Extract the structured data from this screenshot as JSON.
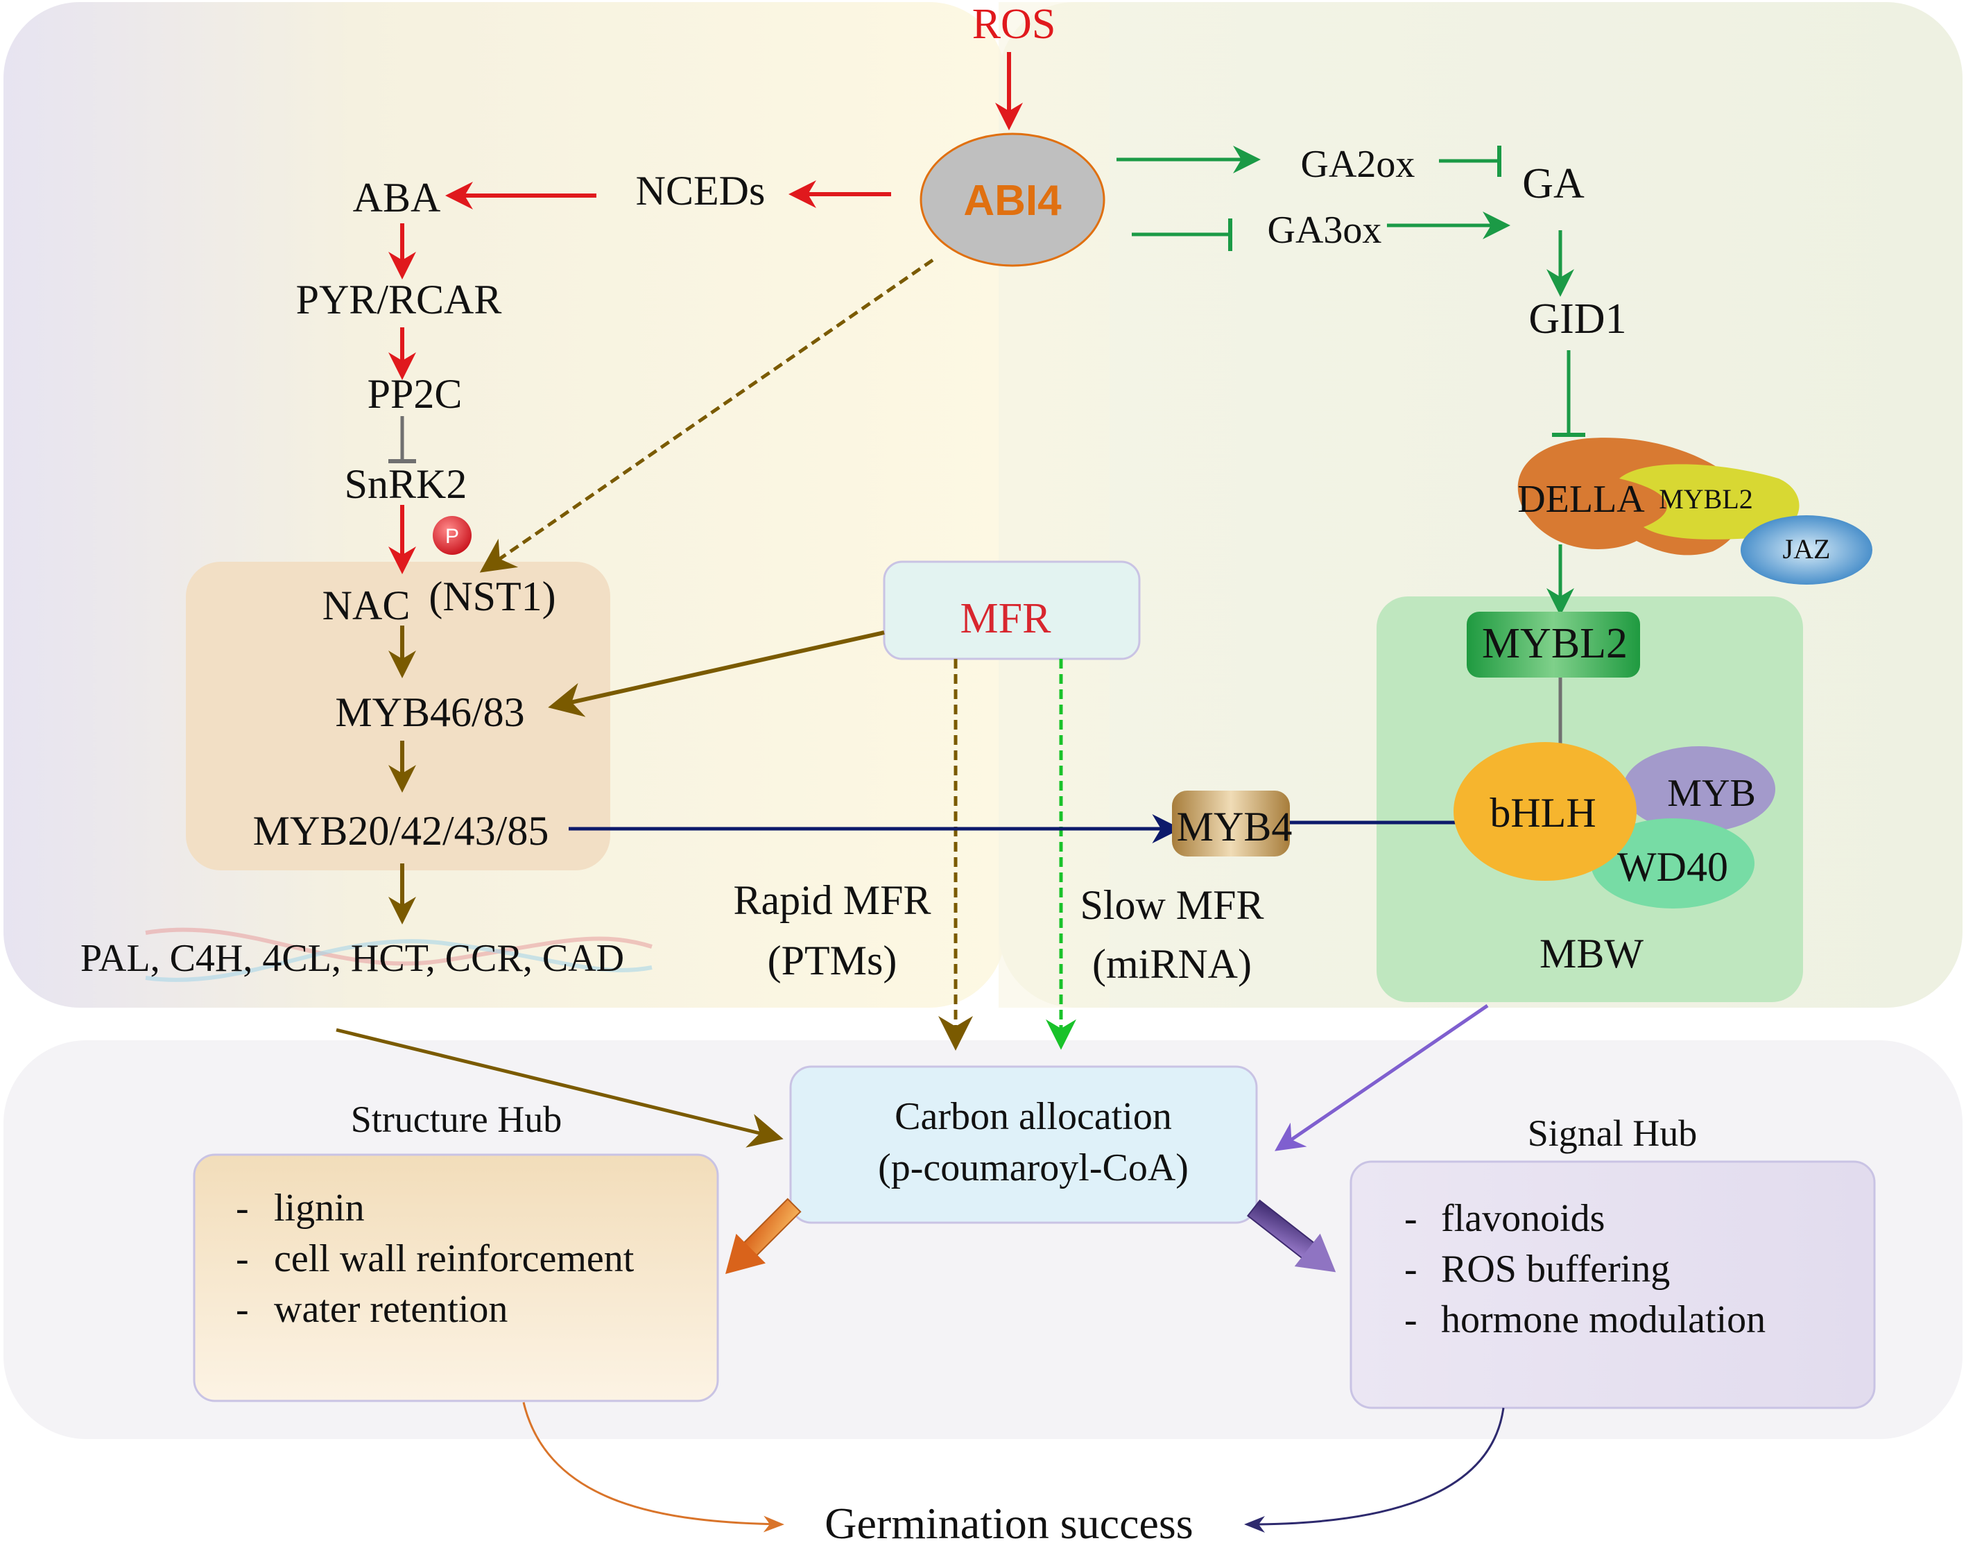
{
  "nodes": {
    "ros": "ROS",
    "abi4": "ABI4",
    "nceds": "NCEDs",
    "aba": "ABA",
    "pyr_rcar": "PYR/RCAR",
    "pp2c": "PP2C",
    "snrk2": "SnRK2",
    "phospho": "P",
    "nac": "NAC",
    "nst1": "(NST1)",
    "myb46_83": "MYB46/83",
    "myb20_85": "MYB20/42/43/85",
    "genes": "PAL, C4H, 4CL, HCT, CCR, CAD",
    "mfr": "MFR",
    "rapid_mfr": [
      "Rapid MFR",
      "(PTMs)"
    ],
    "slow_mfr": [
      "Slow MFR",
      "(miRNA)"
    ],
    "myb4": "MYB4",
    "ga2ox": "GA2ox",
    "ga3ox": "GA3ox",
    "ga": "GA",
    "gid1": "GID1",
    "della": "DELLA",
    "mybl2_small": "MYBL2",
    "jaz": "JAZ",
    "mybl2": "MYBL2",
    "bhlh": "bHLH",
    "myb": "MYB",
    "wd40": "WD40",
    "mbw": "MBW"
  },
  "hubs": {
    "carbon": [
      "Carbon allocation",
      "(p-coumaroyl-CoA)"
    ],
    "structure_title": "Structure Hub",
    "structure_items": [
      "lignin",
      "cell wall reinforcement",
      "water retention"
    ],
    "signal_title": "Signal Hub",
    "signal_items": [
      "flavonoids",
      "ROS buffering",
      "hormone modulation"
    ],
    "bullet": "-",
    "germination": "Germination success"
  },
  "colors": {
    "red_arrow": "#e0191d",
    "green_arrow": "#1b9a46",
    "brown_arrow": "#7a5a00",
    "navy_arrow": "#0d1a6b",
    "purple_arrow": "#7f5fcf",
    "mfr_text": "#d8262e",
    "abi4_text": "#e07010"
  }
}
